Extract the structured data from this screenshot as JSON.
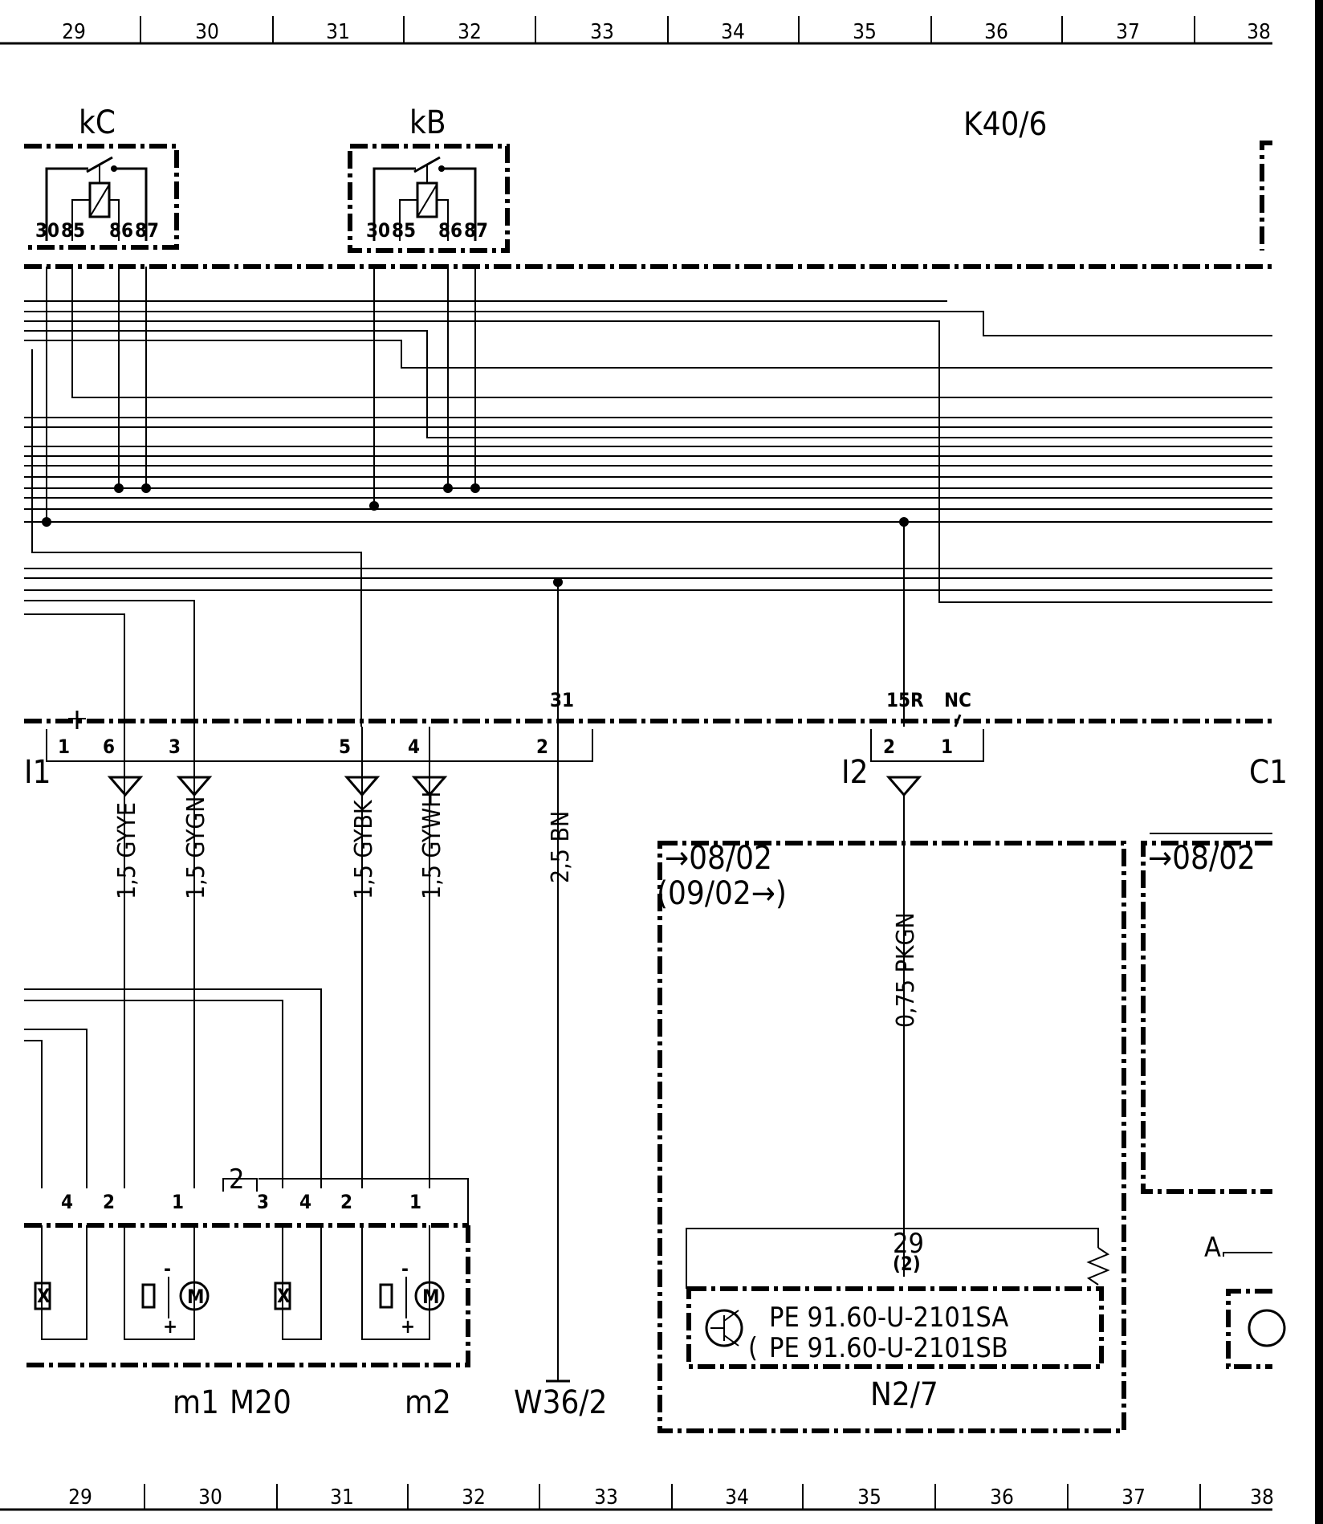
{
  "grid_columns": [
    "29",
    "30",
    "31",
    "32",
    "33",
    "34",
    "35",
    "36",
    "37",
    "38"
  ],
  "components": {
    "relay_kC": "kC",
    "relay_kB": "kB",
    "module": "K40/6",
    "motor_unit": "M20",
    "motor_m1": "m1",
    "motor_m2": "m2",
    "ground": "W36/2",
    "control_unit": "N2/7",
    "connector_I1": "I1",
    "connector_I2": "I2",
    "connector_C1": "C1"
  },
  "relay_pins": [
    "30",
    "85",
    "86",
    "87"
  ],
  "connector_I1_pins": [
    "1",
    "6",
    "3",
    "5",
    "4",
    "2"
  ],
  "connector_I2_pins": [
    "2",
    "1"
  ],
  "terminal_labels": {
    "t31": "31",
    "t15R": "15R",
    "tNC": "NC"
  },
  "wires": {
    "w1": "1,5 GYYE",
    "w2": "1,5 GYGN",
    "w3": "1,5 GYBK",
    "w4": "1,5 GYWH",
    "w5": "2,5 BN",
    "w6": "0,75 PKGN"
  },
  "motor_pins": {
    "p4a": "4",
    "p2a": "2",
    "p1a": "1",
    "p2mid": "2",
    "p3b": "3",
    "p4b": "4",
    "p2b": "2",
    "p1b": "1"
  },
  "motor_symbols": {
    "m": "M",
    "x": "X",
    "minus": "-",
    "plus": "+"
  },
  "validity": {
    "from1": "→08/02",
    "until": "(09/02→)",
    "from2": "→08/02"
  },
  "control_unit_pin": {
    "pin": "29",
    "alt": "(2)"
  },
  "pe_refs": {
    "a": "PE 91.60-U-2101SA",
    "b": "PE 91.60-U-2101SB",
    "paren": "("
  },
  "label_A": "A"
}
